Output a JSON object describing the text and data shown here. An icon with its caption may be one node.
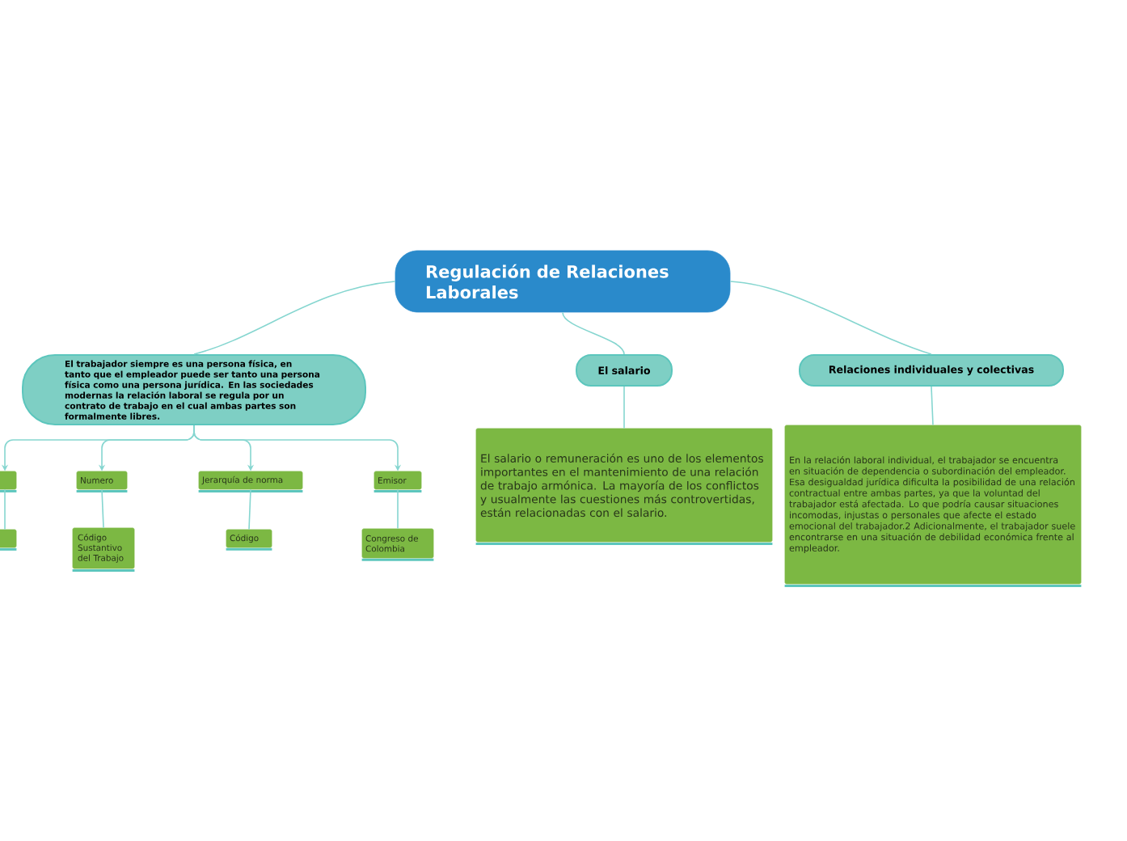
{
  "diagram": {
    "nodes": [
      {
        "text": [
          "Regulación de Relaciones Laborales"
        ]
      },
      {
        "text": [
          "El trabajador siempre es una persona física, en tanto que el empleador puede ser tanto una persona física como una persona jurídica. En las sociedades modernas la relación laboral se regula por un contrato de trabajo en el cual ambas partes son formalmente libres."
        ]
      },
      {
        "text": [
          "El salario"
        ]
      },
      {
        "text": [
          "Relaciones individuales y colectivas"
        ]
      },
      {
        "text": [],
        "shape": "box"
      },
      {
        "text": [
          "Numero"
        ]
      },
      {
        "text": [
          "Jerarquía de norma"
        ]
      },
      {
        "text": [
          "Emisor"
        ]
      },
      {
        "text": [],
        "shape": "box"
      },
      {
        "text": [
          "Código Sustantivo del Trabajo"
        ]
      },
      {
        "text": [
          "Código"
        ]
      },
      {
        "text": [
          "Congreso de Colombia"
        ]
      },
      {
        "text": [
          "El salario o remuneración es uno de los elementos importantes en el mantenimiento de una relación de trabajo armónica. La mayoría de los conflictos y usualmente las cuestiones más controvertidas, están relacionadas con el salario."
        ]
      },
      {
        "text": [
          "En la relación laboral individual, el trabajador se encuentra en situación de dependencia o subordinación del empleador. Esa desigualdad jurídica dificulta la posibilidad de una relación contractual entre ambas partes, ya que la voluntad del trabajador está afectada. Lo que podría causar situaciones incomodas, injustas o personales que afecte el estado emocional del trabajador.2 Adicionalmente, el trabajador suele encontrarse en una situación de debilidad económica frente al empleador."
        ]
      }
    ],
    "edges": [
      {
        "from": 0,
        "to": 1,
        "arrow": "none"
      },
      {
        "from": 0,
        "to": 2,
        "arrow": "none"
      },
      {
        "from": 0,
        "to": 3,
        "arrow": "none"
      },
      {
        "from": 1,
        "to": 4,
        "arrow": "to"
      },
      {
        "from": 1,
        "to": 5,
        "arrow": "to"
      },
      {
        "from": 1,
        "to": 6,
        "arrow": "to"
      },
      {
        "from": 1,
        "to": 7,
        "arrow": "to"
      },
      {
        "from": 4,
        "to": 8,
        "arrow": "none"
      },
      {
        "from": 5,
        "to": 9,
        "arrow": "none"
      },
      {
        "from": 6,
        "to": 10,
        "arrow": "none"
      },
      {
        "from": 7,
        "to": 11,
        "arrow": "none"
      },
      {
        "from": 2,
        "to": 12,
        "arrow": "none"
      },
      {
        "from": 3,
        "to": 13,
        "arrow": "none"
      }
    ]
  }
}
